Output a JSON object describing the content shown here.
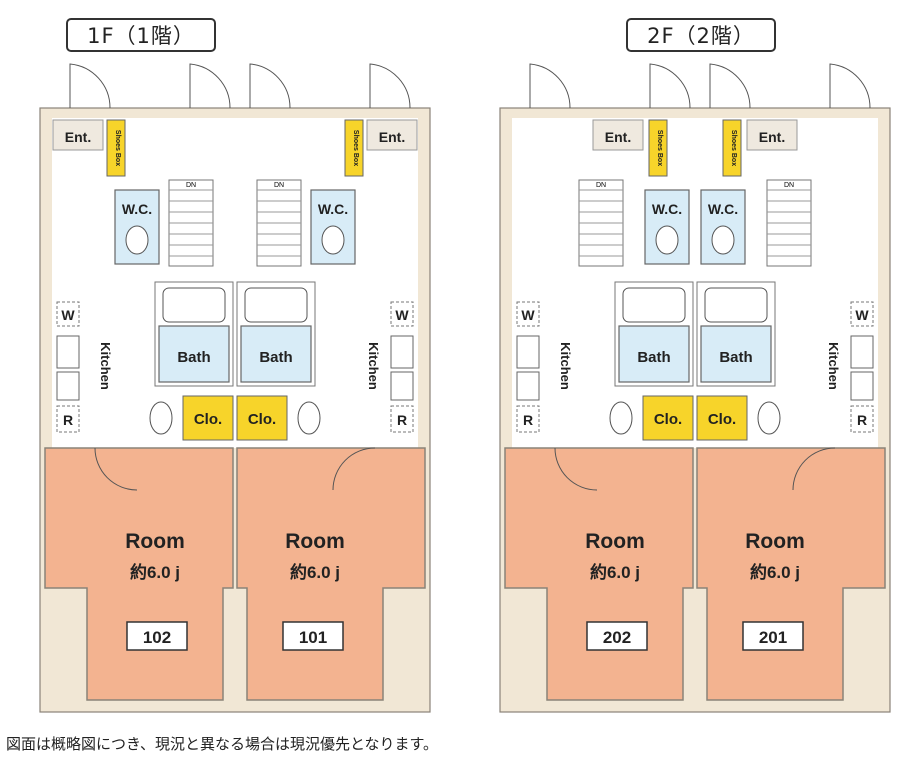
{
  "floors": [
    {
      "id": "1f",
      "label": "1F（1階）",
      "units": [
        {
          "number": "102",
          "room": "Room",
          "size": "約6.0 j",
          "kitchen": "Kitchen",
          "bath": "Bath",
          "wc": "W.C.",
          "closet": "Clo.",
          "entrance": "Ent.",
          "shoes_box": "Shoes Box",
          "washer": "W",
          "fridge": "R"
        },
        {
          "number": "101",
          "room": "Room",
          "size": "約6.0 j",
          "kitchen": "Kitchen",
          "bath": "Bath",
          "wc": "W.C.",
          "closet": "Clo.",
          "entrance": "Ent.",
          "shoes_box": "Shoes Box",
          "washer": "W",
          "fridge": "R"
        }
      ]
    },
    {
      "id": "2f",
      "label": "2F（2階）",
      "units": [
        {
          "number": "202",
          "room": "Room",
          "size": "約6.0 j",
          "kitchen": "Kitchen",
          "bath": "Bath",
          "wc": "W.C.",
          "closet": "Clo.",
          "entrance": "Ent.",
          "shoes_box": "Shoes Box",
          "washer": "W",
          "fridge": "R"
        },
        {
          "number": "201",
          "room": "Room",
          "size": "約6.0 j",
          "kitchen": "Kitchen",
          "bath": "Bath",
          "wc": "W.C.",
          "closet": "Clo.",
          "entrance": "Ent.",
          "shoes_box": "Shoes Box",
          "washer": "W",
          "fridge": "R"
        }
      ]
    }
  ],
  "stairs_label": "DN",
  "footnote": "図面は概略図につき、現況と異なる場合は現況優先となります。",
  "colors": {
    "room": "#f3b390",
    "bath": "#d8ecf7",
    "closet": "#f7d42a",
    "wall": "#f1e7d5"
  }
}
